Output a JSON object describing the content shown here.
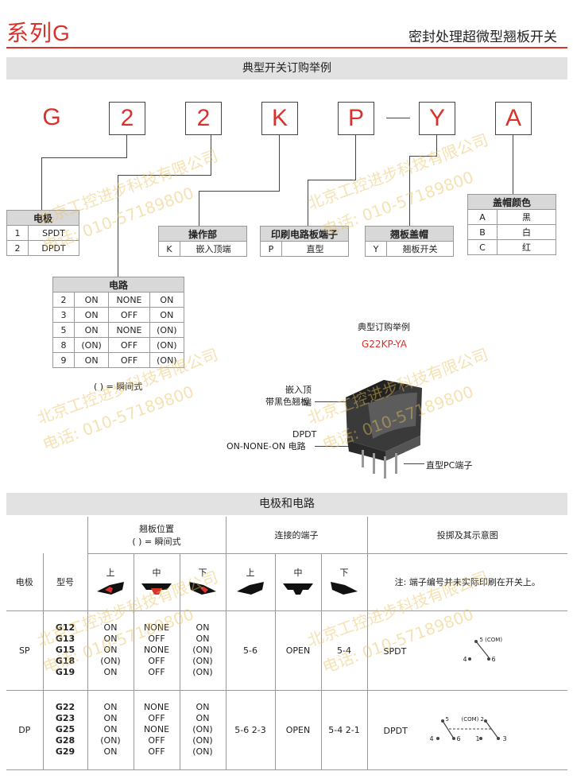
{
  "header": {
    "series": "系列G",
    "subtitle": "密封处理超微型翘板开关"
  },
  "sections": {
    "ordering": "典型开关订购举例",
    "poles_circuits": "电极和电路"
  },
  "code": {
    "chars": [
      "G",
      "2",
      "2",
      "K",
      "P",
      "Y",
      "A"
    ]
  },
  "poles": {
    "title": "电极",
    "rows": [
      [
        "1",
        "SPDT"
      ],
      [
        "2",
        "DPDT"
      ]
    ]
  },
  "actuator": {
    "title": "操作部",
    "rows": [
      [
        "K",
        "嵌入顶端"
      ]
    ]
  },
  "terminals": {
    "title": "印刷电路板端子",
    "rows": [
      [
        "P",
        "直型"
      ]
    ]
  },
  "cap": {
    "title": "翘板盖帽",
    "rows": [
      [
        "Y",
        "翘板开关"
      ]
    ]
  },
  "capcolor": {
    "title": "盖帽颜色",
    "rows": [
      [
        "A",
        "黑"
      ],
      [
        "B",
        "白"
      ],
      [
        "C",
        "红"
      ]
    ]
  },
  "circuits": {
    "title": "电路",
    "rows": [
      [
        "2",
        "ON",
        "NONE",
        "ON"
      ],
      [
        "3",
        "ON",
        "OFF",
        "ON"
      ],
      [
        "5",
        "ON",
        "NONE",
        "(ON)"
      ],
      [
        "8",
        "(ON)",
        "OFF",
        "(ON)"
      ],
      [
        "9",
        "ON",
        "OFF",
        "(ON)"
      ]
    ],
    "note": "( ) = 瞬间式"
  },
  "example": {
    "title": "典型订购举例",
    "code": "G22KP-YA",
    "label1": "嵌入顶端",
    "label2": "带黑色翘板",
    "label3": "DPDT",
    "label4": "ON-NONE-ON 电路",
    "label5": "直型PC端子"
  },
  "table": {
    "h_position": "翘板位置",
    "h_position_note": "( ) = 瞬间式",
    "h_terminals": "连接的端子",
    "h_diagram": "投掷及其示意图",
    "h_pole": "电极",
    "h_model": "型号",
    "h_up": "上",
    "h_mid": "中",
    "h_down": "下",
    "diagram_note": "注: 端子编号并未实际印刷在开关上。",
    "sp": {
      "pole": "SP",
      "models": "G12\nG13\nG15\nG18\nG19",
      "up": "ON\nON\nON\n(ON)\nON",
      "mid": "NONE\nOFF\nNONE\nOFF\nOFF",
      "down": "ON\nON\n(ON)\n(ON)\n(ON)",
      "t_up": "5-6",
      "t_mid": "OPEN",
      "t_down": "5-4",
      "type": "SPDT",
      "d5": "5 (COM)",
      "d4": "4",
      "d6": "6"
    },
    "dp": {
      "pole": "DP",
      "models": "G22\nG23\nG25\nG28\nG29",
      "up": "ON\nON\nON\n(ON)\nON",
      "mid": "NONE\nOFF\nNONE\nOFF\nOFF",
      "down": "ON\nON\n(ON)\n(ON)\n(ON)",
      "t_up": "5-6  2-3",
      "t_mid": "OPEN",
      "t_down": "5-4  2-1",
      "type": "DPDT",
      "d5": "5",
      "dcom": "(COM)",
      "d2": "2",
      "d4": "4",
      "d6": "6",
      "d1": "1",
      "d3": "3"
    }
  },
  "watermarks": {
    "line1": "北京工控进步科技有限公司",
    "line2": "电话: 010-57189800"
  }
}
